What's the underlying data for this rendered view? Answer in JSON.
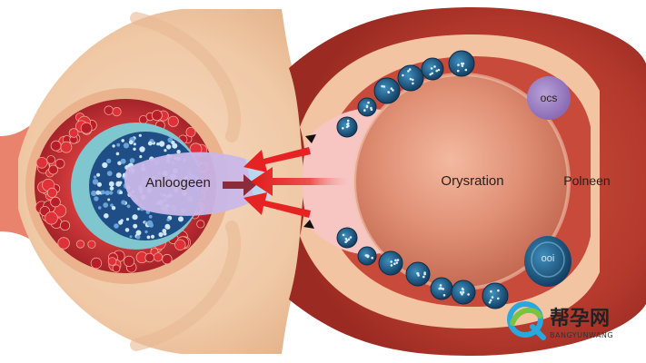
{
  "labels": {
    "left_structure": "Anloogeen",
    "center_structure": "Orysration",
    "right_structure": "Polneen",
    "top_cell": "ocs",
    "bottom_cell": "ooi"
  },
  "watermark": {
    "cn": "帮孕网",
    "en": "BANGYUNWANG"
  },
  "colors": {
    "background": "#ffffff",
    "arrow": "#e62222",
    "accent_purple": "#9b7fc0",
    "cell_blue": "#1d5a86"
  },
  "icons": [
    "logo-mark-icon"
  ]
}
